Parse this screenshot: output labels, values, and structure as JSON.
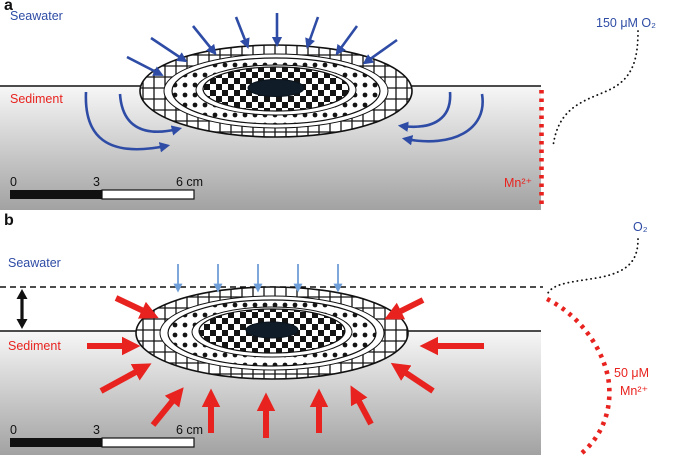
{
  "figure": {
    "panel_a": {
      "label": "a",
      "seawater_label": "Seawater",
      "sediment_label": "Sediment",
      "oxygen_profile_label": "150 μM O₂",
      "manganese_profile_label": "Mn²⁺",
      "scale_bar": {
        "tick_0": "0",
        "tick_3": "3",
        "tick_6": "6 cm"
      }
    },
    "panel_b": {
      "label": "b",
      "seawater_label": "Seawater",
      "sediment_label": "Sediment",
      "oxygen_profile_label": "O₂",
      "manganese_profile_label_line1": "50 μM",
      "manganese_profile_label_line2": "Mn²⁺",
      "scale_bar": {
        "tick_0": "0",
        "tick_3": "3",
        "tick_6": "6 cm"
      }
    },
    "colors": {
      "arrow_blue": "#2e4ca5",
      "arrow_light_blue": "#6f9fd8",
      "red": "#e8231f",
      "ink": "#111111"
    }
  }
}
